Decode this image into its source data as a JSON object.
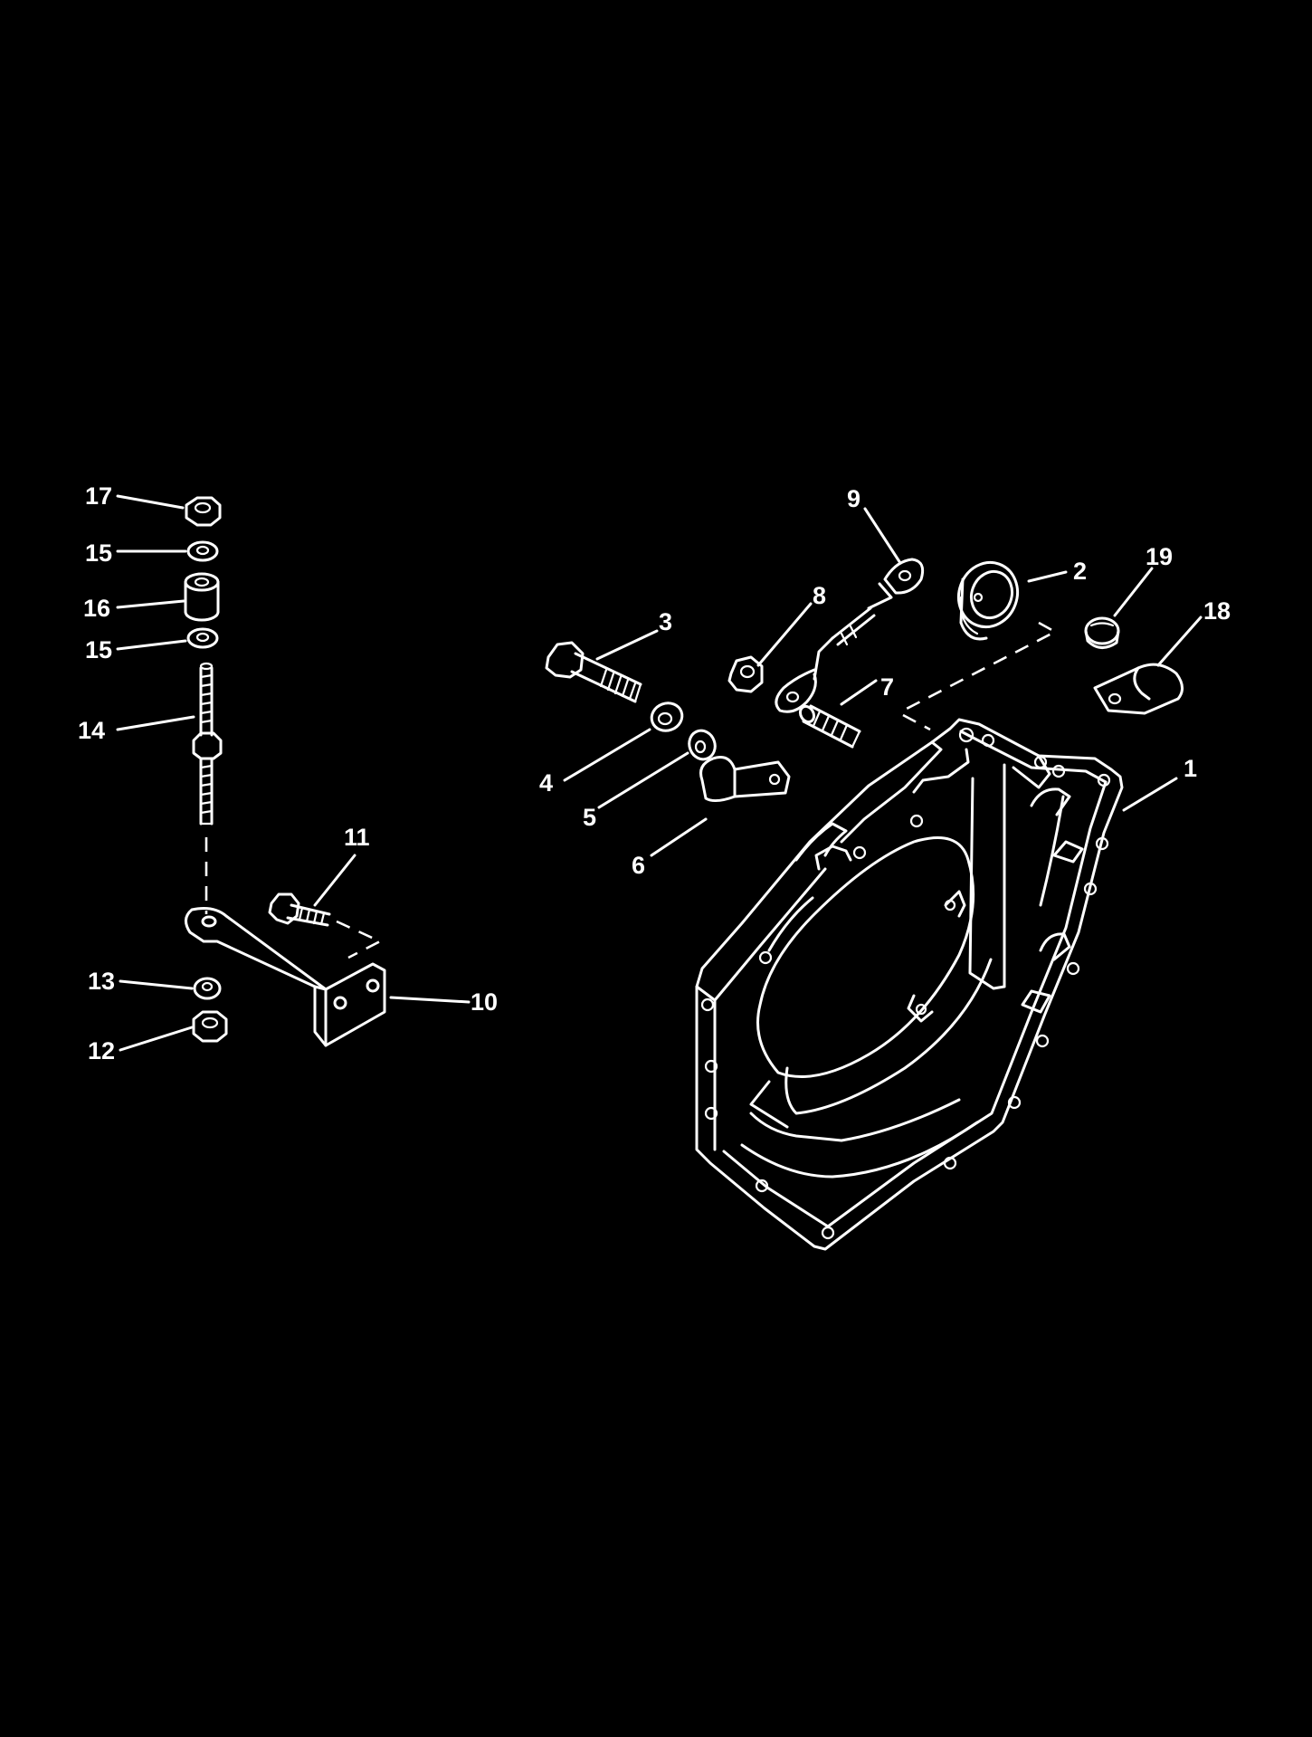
{
  "callouts": {
    "c1": "1",
    "c2": "2",
    "c3": "3",
    "c4": "4",
    "c5": "5",
    "c6": "6",
    "c7": "7",
    "c8": "8",
    "c9": "9",
    "c10": "10",
    "c11": "11",
    "c12": "12",
    "c13": "13",
    "c14": "14",
    "c15a": "15",
    "c15b": "15",
    "c16": "16",
    "c17": "17",
    "c18": "18",
    "c19": "19"
  },
  "colors": {
    "background": "#000000",
    "line_art": "#ffffff"
  }
}
